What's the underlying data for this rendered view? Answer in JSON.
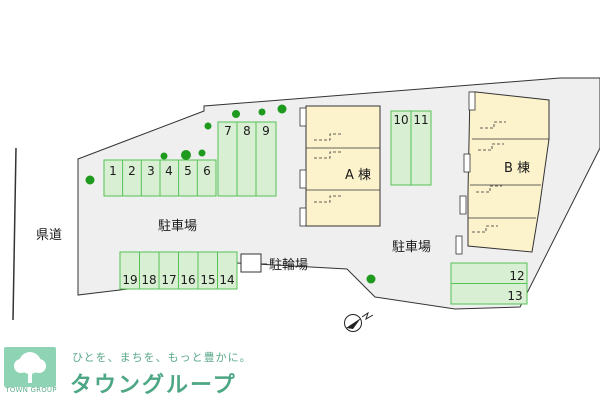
{
  "map": {
    "road_label": "県道",
    "parking_label_left": "駐車場",
    "parking_label_right": "駐車場",
    "bicycle_parking_label": "駐輪場",
    "building_a_label": "A 棟",
    "building_b_label": "B 棟",
    "parking_spaces": {
      "row_top": [
        "1",
        "2",
        "3",
        "4",
        "5",
        "6"
      ],
      "column_block": [
        "7",
        "8",
        "9"
      ],
      "middle_pair": [
        "10",
        "11"
      ],
      "row_bottom": [
        "19",
        "18",
        "17",
        "16",
        "15",
        "14"
      ],
      "right_pair": [
        "12",
        "13"
      ]
    },
    "colors": {
      "lot_fill": "#efefef",
      "space_fill": "#d9efd4",
      "space_stroke": "#55c255",
      "building_fill": "#fcf3cc",
      "tree": "#1e9a1e"
    }
  },
  "footer": {
    "tagline": "ひとを、まちを、もっと豊かに。",
    "brand": "タウングループ",
    "logo_label": "TOWN GROUP"
  },
  "icons": {
    "compass": "north-arrow-icon",
    "logo": "tree-logo-icon"
  }
}
